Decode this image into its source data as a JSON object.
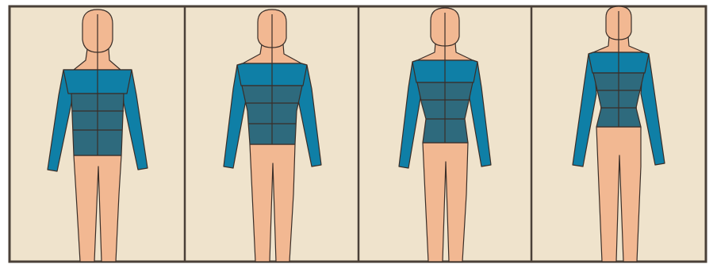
{
  "figure": {
    "panel_count": 4,
    "colors": {
      "paper": "#efe3cc",
      "border": "#4a4038",
      "skin": "#f2b892",
      "shirt_sleeve": "#0f7fa6",
      "shirt_torso": "#2e6a7d",
      "outline": "#3a2e28"
    },
    "panels": [
      {
        "label": "",
        "shoulder_ratio": 1.0,
        "waist_ratio": 1.0,
        "hip_ratio": 1.0
      },
      {
        "label": "",
        "shoulder_ratio": 1.1,
        "waist_ratio": 0.92,
        "hip_ratio": 0.98
      },
      {
        "label": "",
        "shoulder_ratio": 1.02,
        "waist_ratio": 0.85,
        "hip_ratio": 0.98
      },
      {
        "label": "",
        "shoulder_ratio": 0.95,
        "waist_ratio": 0.78,
        "hip_ratio": 0.95
      }
    ]
  }
}
